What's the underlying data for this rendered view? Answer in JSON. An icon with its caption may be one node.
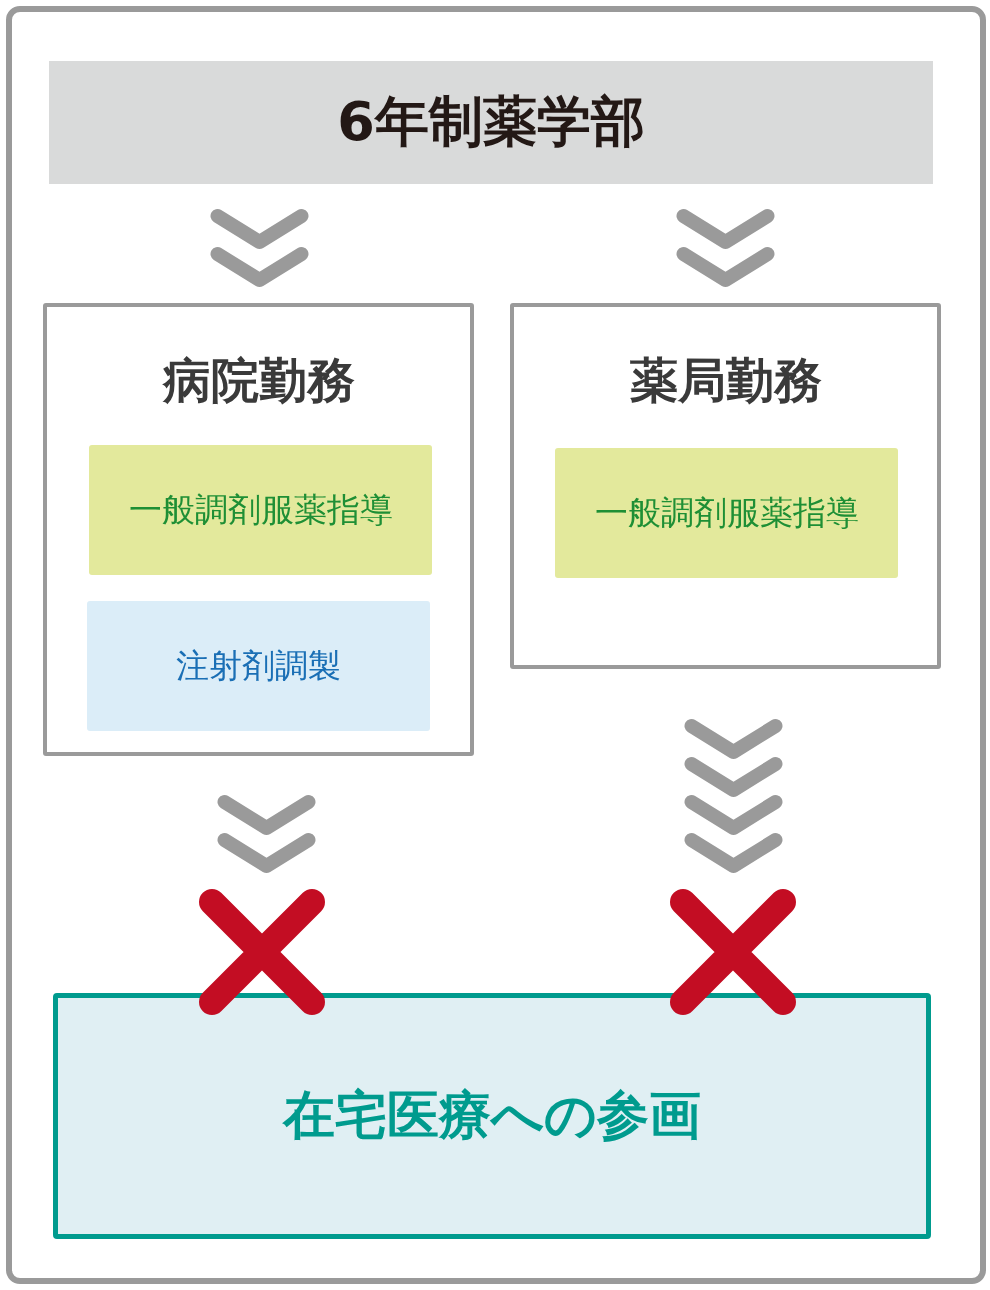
{
  "diagram": {
    "nodes": [
      {
        "text": [
          "6年制薬学部"
        ]
      },
      {
        "text": [
          "病院勤務"
        ]
      },
      {
        "text": [
          "一般調剤服薬指導"
        ],
        "in": 1
      },
      {
        "text": [
          "注射剤調製"
        ],
        "in": 1
      },
      {
        "text": [
          "薬局勤務"
        ]
      },
      {
        "text": [
          "一般調剤服薬指導"
        ],
        "in": 4
      },
      {
        "text": [
          "在宅医療への参画"
        ]
      }
    ],
    "edges": [
      {
        "from": 0,
        "to": 1,
        "arrow": "to"
      },
      {
        "from": 0,
        "to": 4,
        "arrow": "to"
      },
      {
        "from": 1,
        "to": 6,
        "arrow": "to"
      },
      {
        "from": 4,
        "to": 6,
        "arrow": "to"
      }
    ]
  }
}
